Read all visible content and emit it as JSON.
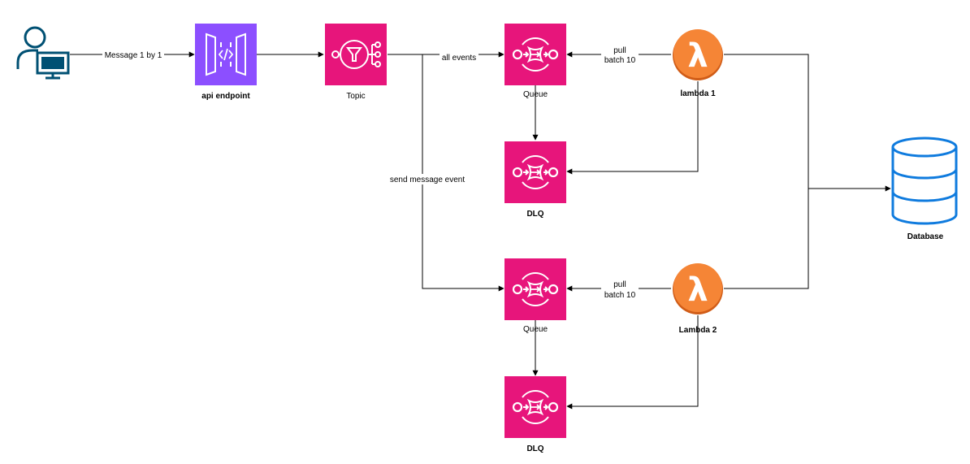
{
  "nodes": {
    "user": {
      "icon": "user-computer-icon"
    },
    "api_endpoint": {
      "label": "api endpoint",
      "icon": "api-gateway-icon",
      "color": "#8C4FFF"
    },
    "topic": {
      "label": "Topic",
      "icon": "sns-topic-icon",
      "color": "#E7157B"
    },
    "queue_1": {
      "label": "Queue",
      "icon": "sqs-queue-icon",
      "color": "#E7157B"
    },
    "dlq_1": {
      "label": "DLQ",
      "icon": "sqs-queue-icon",
      "color": "#E7157B"
    },
    "queue_2": {
      "label": "Queue",
      "icon": "sqs-queue-icon",
      "color": "#E7157B"
    },
    "dlq_2": {
      "label": "DLQ",
      "icon": "sqs-queue-icon",
      "color": "#E7157B"
    },
    "lambda_1": {
      "label": "lambda 1",
      "icon": "lambda-icon",
      "color": "#F58536"
    },
    "lambda_2": {
      "label": "Lambda 2",
      "icon": "lambda-icon",
      "color": "#F58536"
    },
    "database": {
      "label": "Database",
      "icon": "database-icon",
      "color": "#0F7BDE"
    }
  },
  "edges": {
    "user_to_api": "Message 1 by 1",
    "topic_to_queue1": "all events",
    "topic_to_queue2": "send message event",
    "lambda1_pull_line1": "pull",
    "lambda1_pull_line2": "batch 10",
    "lambda2_pull_line1": "pull",
    "lambda2_pull_line2": "batch 10"
  },
  "colors": {
    "user_icon": "#005073",
    "edge": "#000000"
  }
}
